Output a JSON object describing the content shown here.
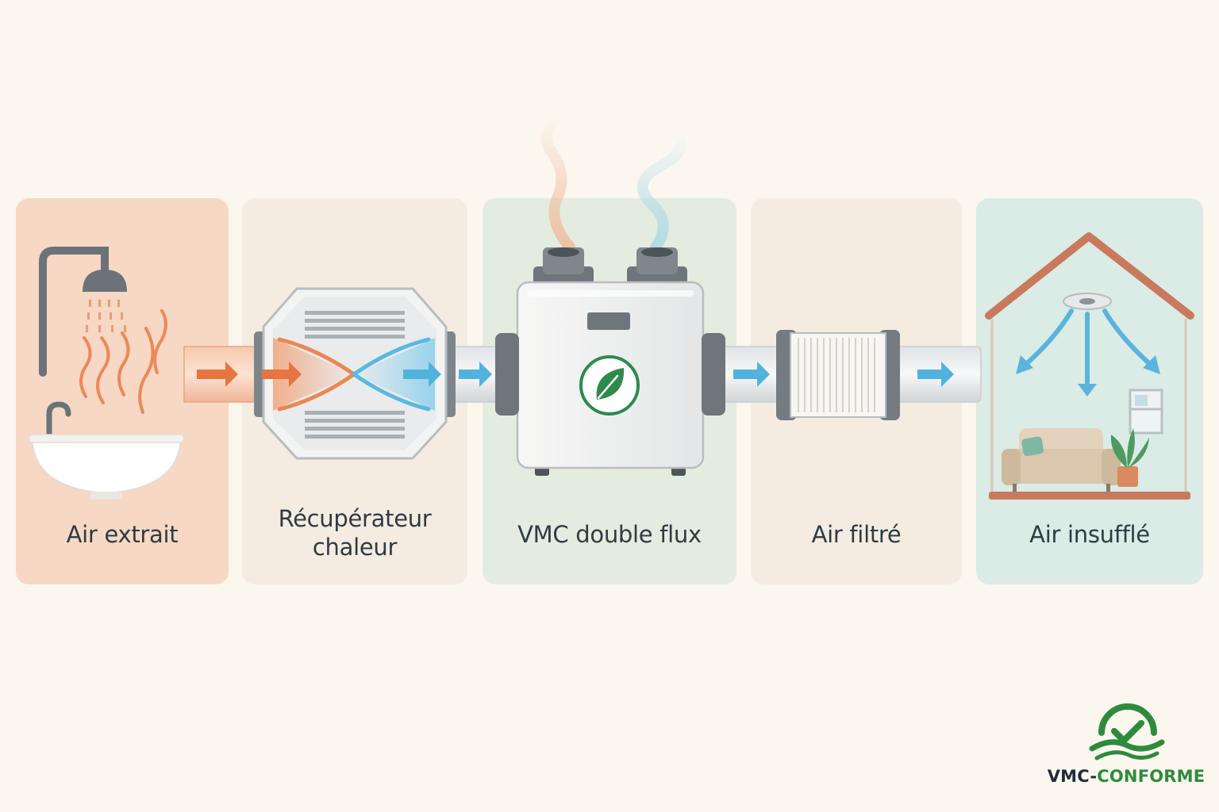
{
  "steps": [
    {
      "label_lines": [
        "Air extrait"
      ],
      "color": "#f6d8c4"
    },
    {
      "label_lines": [
        "Récupérateur",
        "chaleur"
      ],
      "color": "#f4ece1"
    },
    {
      "label_lines": [
        "VMC double flux"
      ],
      "color": "#e4ece0"
    },
    {
      "label_lines": [
        "Air filtré"
      ],
      "color": "#f4ece1"
    },
    {
      "label_lines": [
        "Air insufflé"
      ],
      "color": "#dbebe5"
    }
  ],
  "icons": {
    "step1": "shower-and-sink-icon",
    "step2": "heat-exchanger-icon",
    "step3": "ventilation-unit-icon",
    "step4": "air-filter-icon",
    "step5": "house-airflow-icon"
  },
  "colors": {
    "warm_air": "#e8743f",
    "cool_air": "#52b2de",
    "leaf": "#2f8a4d",
    "house_roof": "#c97a5c"
  },
  "brand": {
    "name_part1": "VMC-",
    "name_part2": "CONFORME",
    "logo_icon": "check-wave-logo"
  }
}
